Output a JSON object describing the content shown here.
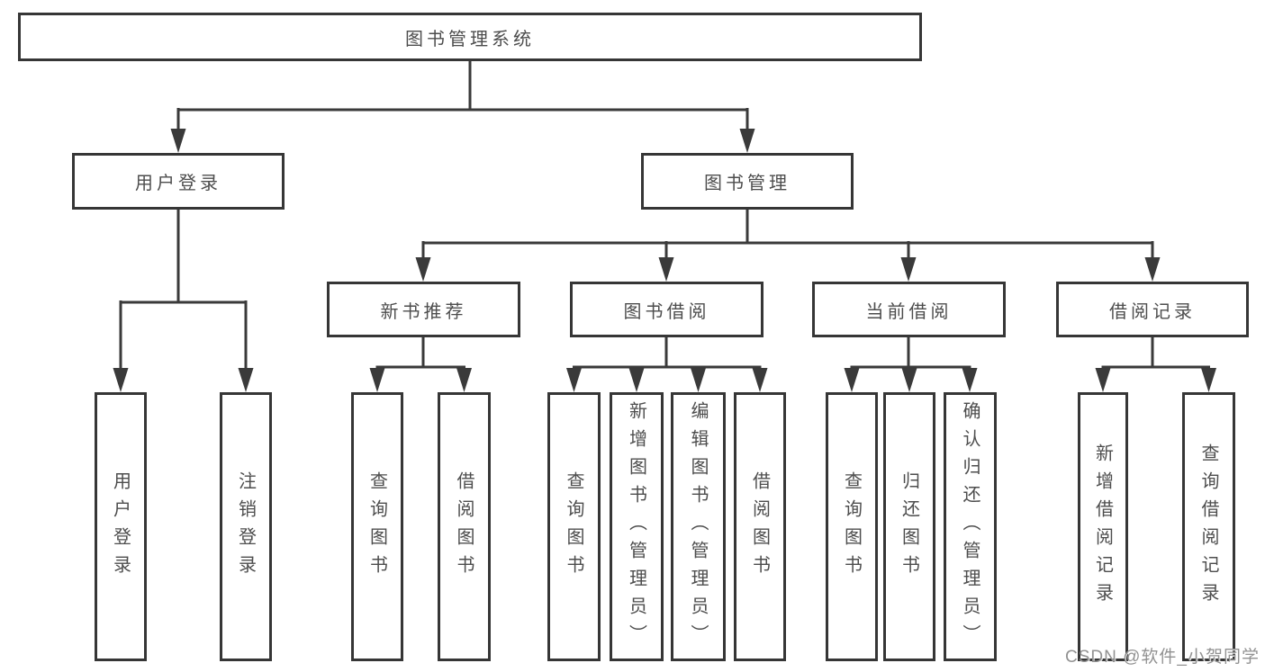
{
  "colors": {
    "box_border": "#363636",
    "box_fill": "#ffffff",
    "connector_line": "#3a3a3a",
    "label_text": "#4d4d4d",
    "watermark_text": "#929292",
    "background": "#ffffff"
  },
  "watermark": "CSDN @软件_小贺同学",
  "tree": {
    "root": {
      "label": "图书管理系统"
    },
    "branches": [
      {
        "label": "用户登录",
        "children": [
          {
            "label": "用户登录"
          },
          {
            "label": "注销登录"
          }
        ]
      },
      {
        "label": "图书管理",
        "children": [
          {
            "label": "新书推荐",
            "children": [
              {
                "label": "查询图书"
              },
              {
                "label": "借阅图书"
              }
            ]
          },
          {
            "label": "图书借阅",
            "children": [
              {
                "label": "查询图书"
              },
              {
                "label": "新增图书（管理员）"
              },
              {
                "label": "编辑图书（管理员）"
              },
              {
                "label": "借阅图书"
              }
            ]
          },
          {
            "label": "当前借阅",
            "children": [
              {
                "label": "查询图书"
              },
              {
                "label": "归还图书"
              },
              {
                "label": "确认归还（管理员）"
              }
            ]
          },
          {
            "label": "借阅记录",
            "children": [
              {
                "label": "新增借阅记录"
              },
              {
                "label": "查询借阅记录"
              }
            ]
          }
        ]
      }
    ]
  }
}
